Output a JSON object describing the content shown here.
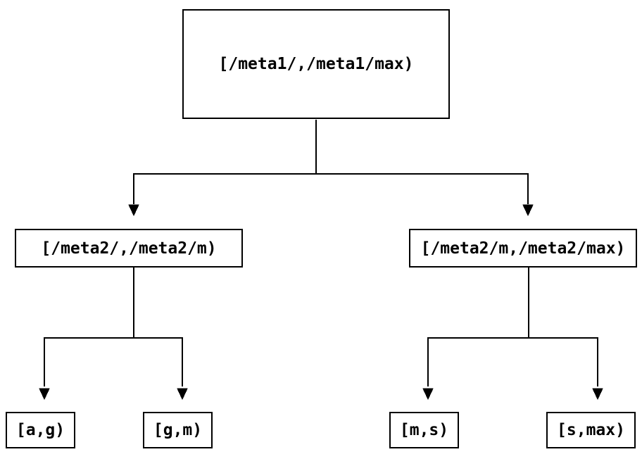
{
  "diagram": {
    "type": "binary-interval-tree",
    "colors": {
      "background": "#ffffff",
      "line": "#000000",
      "box_border": "#000000",
      "text": "#000000"
    },
    "root": {
      "label": "[/meta1/,/meta1/max)"
    },
    "level2": [
      {
        "label": "[/meta2/,/meta2/m)"
      },
      {
        "label": "[/meta2/m,/meta2/max)"
      }
    ],
    "leaves": [
      {
        "label": "[a,g)"
      },
      {
        "label": "[g,m)"
      },
      {
        "label": "[m,s)"
      },
      {
        "label": "[s,max)"
      }
    ]
  }
}
